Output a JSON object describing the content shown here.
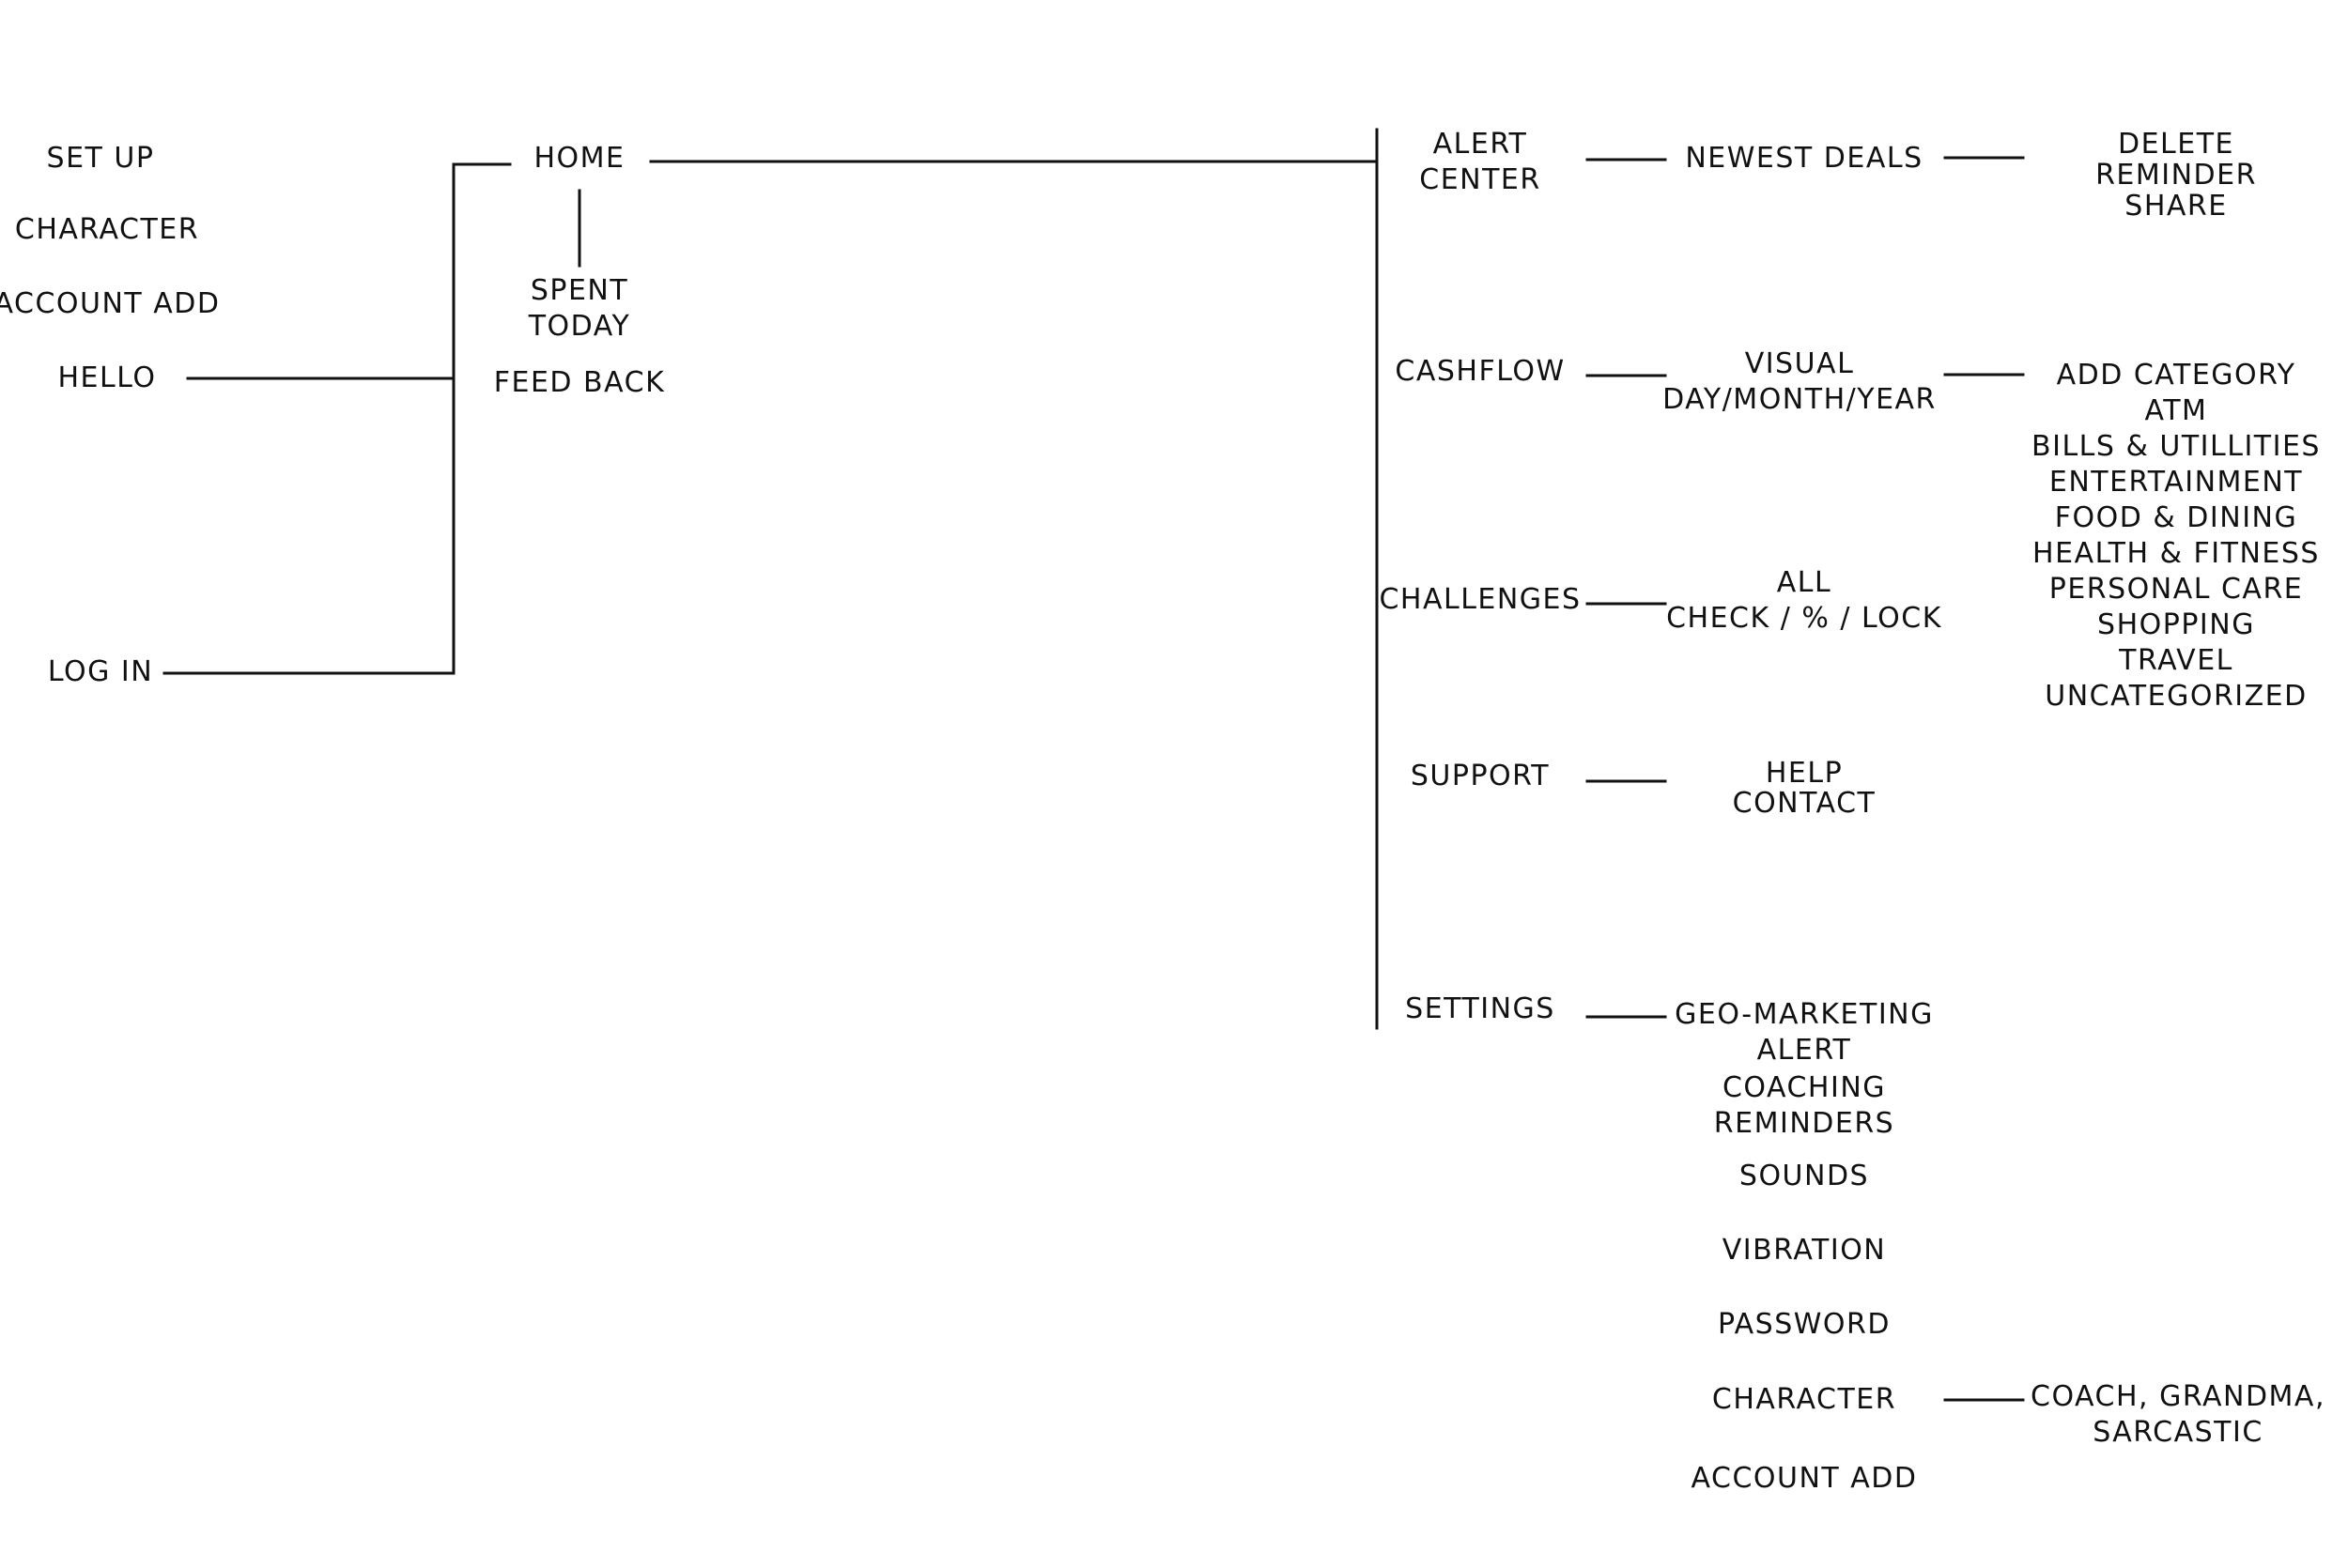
{
  "colors": {
    "background": "#ffffff",
    "ink": "#111111"
  },
  "nodes": {
    "set_up": [
      "SET UP"
    ],
    "character_left": [
      "CHARACTER"
    ],
    "account_add_left": [
      "ACCOUNT ADD"
    ],
    "hello": [
      "HELLO"
    ],
    "log_in": [
      "LOG IN"
    ],
    "home": [
      "HOME"
    ],
    "spent_today": [
      "SPENT",
      "TODAY"
    ],
    "feed_back": [
      "FEED BACK"
    ],
    "alert_center": [
      "ALERT",
      "CENTER"
    ],
    "cashflow": [
      "CASHFLOW"
    ],
    "challenges": [
      "CHALLENGES"
    ],
    "support": [
      "SUPPORT"
    ],
    "settings": [
      "SETTINGS"
    ],
    "newest_deals": [
      "NEWEST DEALS"
    ],
    "visual": [
      "VISUAL",
      "DAY/MONTH/YEAR"
    ],
    "all_check": [
      "ALL",
      "CHECK / % / LOCK"
    ],
    "help_contact": [
      "HELP",
      "CONTACT"
    ],
    "geo_marketing": [
      "GEO-MARKETING",
      "ALERT"
    ],
    "coaching": [
      "COACHING",
      "REMINDERS"
    ],
    "sounds": [
      "SOUNDS"
    ],
    "vibration": [
      "VIBRATION"
    ],
    "password": [
      "PASSWORD"
    ],
    "character_settings": [
      "CHARACTER"
    ],
    "account_add_settings": [
      "ACCOUNT ADD"
    ],
    "deal_actions": [
      "DELETE",
      "REMINDER",
      "SHARE"
    ],
    "categories": [
      "ADD CATEGORY",
      "ATM",
      "BILLS & UTILLITIES",
      "ENTERTAINMENT",
      "FOOD & DINING",
      "HEALTH & FITNESS",
      "PERSONAL CARE",
      "SHOPPING",
      "TRAVEL",
      "UNCATEGORIZED"
    ],
    "character_types": [
      "COACH, GRANDMA,",
      "SARCASTIC"
    ]
  }
}
